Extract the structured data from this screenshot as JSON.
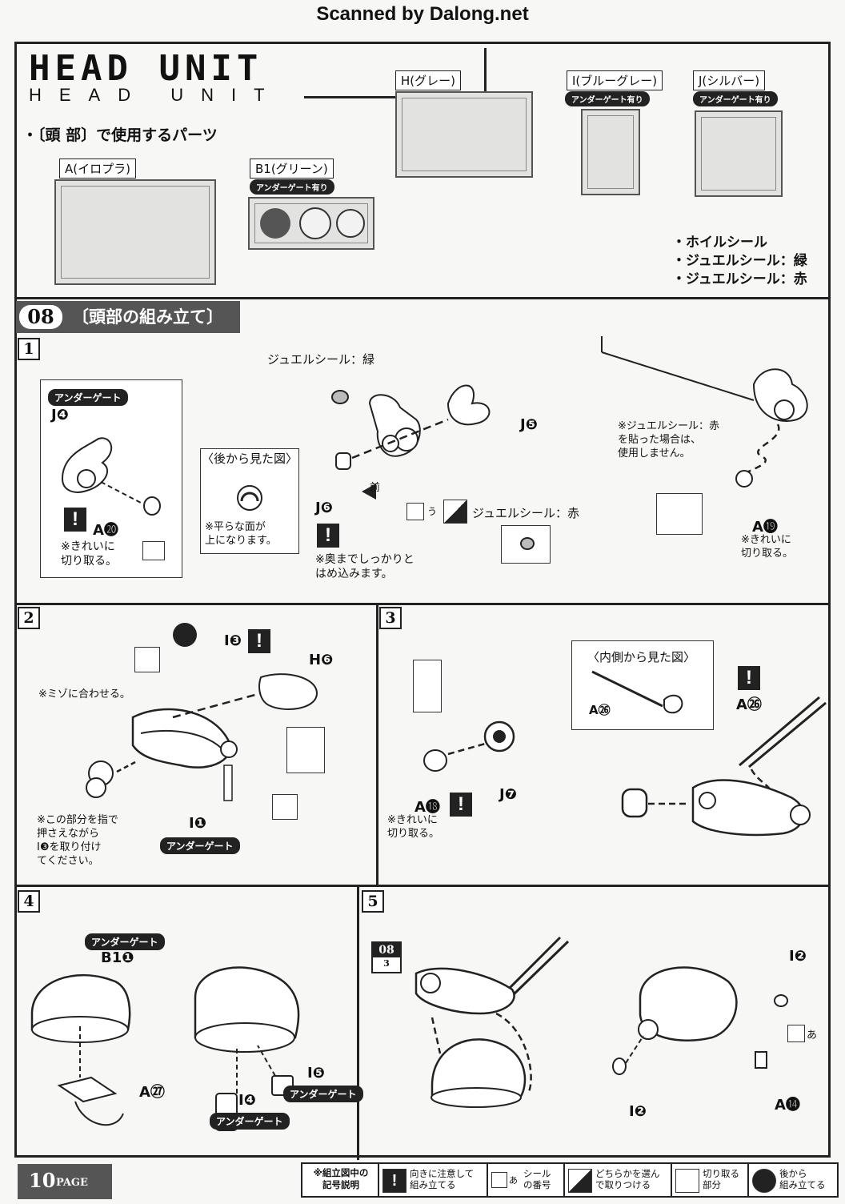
{
  "scanner": "Scanned by Dalong.net",
  "header": {
    "logo_big": "HEAD UNIT",
    "logo_sub": "HEAD UNIT",
    "parts_title": "・〔頭 部〕で使用するパーツ"
  },
  "runners": {
    "a": "A(イロプラ)",
    "b1": "B1(グリーン)",
    "h": "H(グレー)",
    "i": "I(ブルーグレー)",
    "j": "J(シルバー)",
    "under_gate": "アンダーゲート有り"
  },
  "seals": [
    "・ホイルシール",
    "・ジュエルシール：緑",
    "・ジュエルシール：赤"
  ],
  "step": {
    "number": "08",
    "title": "〔頭部の組み立て〕"
  },
  "panel1": {
    "num": "1",
    "under_gate": "アンダーゲート",
    "j4": "J❹",
    "a20": "A⓴",
    "clean_cut": "※きれいに\n切り取る。",
    "jewel_green": "ジュエルシール：緑",
    "back_view": "〈後から見た図〉",
    "flat_up": "※平らな面が\n上になります。",
    "mae": "前",
    "j6": "J❻",
    "push_in": "※奥までしっかりと\nはめ込みます。",
    "seal_u": "う",
    "jewel_red": "ジュエルシール：赤",
    "j5": "J❺",
    "red_note": "※ジュエルシール：赤\nを貼った場合は、\n使用しません。",
    "a19": "A⓳",
    "clean_cut2": "※きれいに\n切り取る。"
  },
  "panel2": {
    "num": "2",
    "groove": "※ミゾに合わせる。",
    "i3": "I❸",
    "h6": "H❻",
    "i1": "I❶",
    "under_gate": "アンダーゲート",
    "press_note": "※この部分を指で\n押さえながら\nI❸を取り付け\nてください。"
  },
  "panel3": {
    "num": "3",
    "inside_view": "〈内側から見た図〉",
    "a26": "A㉖",
    "a26b": "A㉖",
    "j7": "J❼",
    "a18": "A⓲",
    "clean_cut": "※きれいに\n切り取る。"
  },
  "panel4": {
    "num": "4",
    "under_gate": "アンダーゲート",
    "b1": "B1❶",
    "a27": "A㉗",
    "i4": "I❹",
    "i5": "I❺",
    "under_gate2": "アンダーゲート",
    "under_gate3": "アンダーゲート"
  },
  "panel5": {
    "num": "5",
    "ref_step": "08",
    "ref_sub": "3",
    "i2a": "I❷",
    "i2b": "I❷",
    "seal_a": "あ",
    "a14": "A⓮"
  },
  "footer": {
    "page": "10",
    "page_word": "PAGE",
    "legend_title": "※組立図中の\n記号説明",
    "legend": [
      "向きに注意して\n組み立てる",
      "シール\nの番号",
      "どちらかを選ん\nで取りつける",
      "切り取る\n部分",
      "後から\n組み立てる"
    ],
    "seal_symbol": "あ"
  }
}
